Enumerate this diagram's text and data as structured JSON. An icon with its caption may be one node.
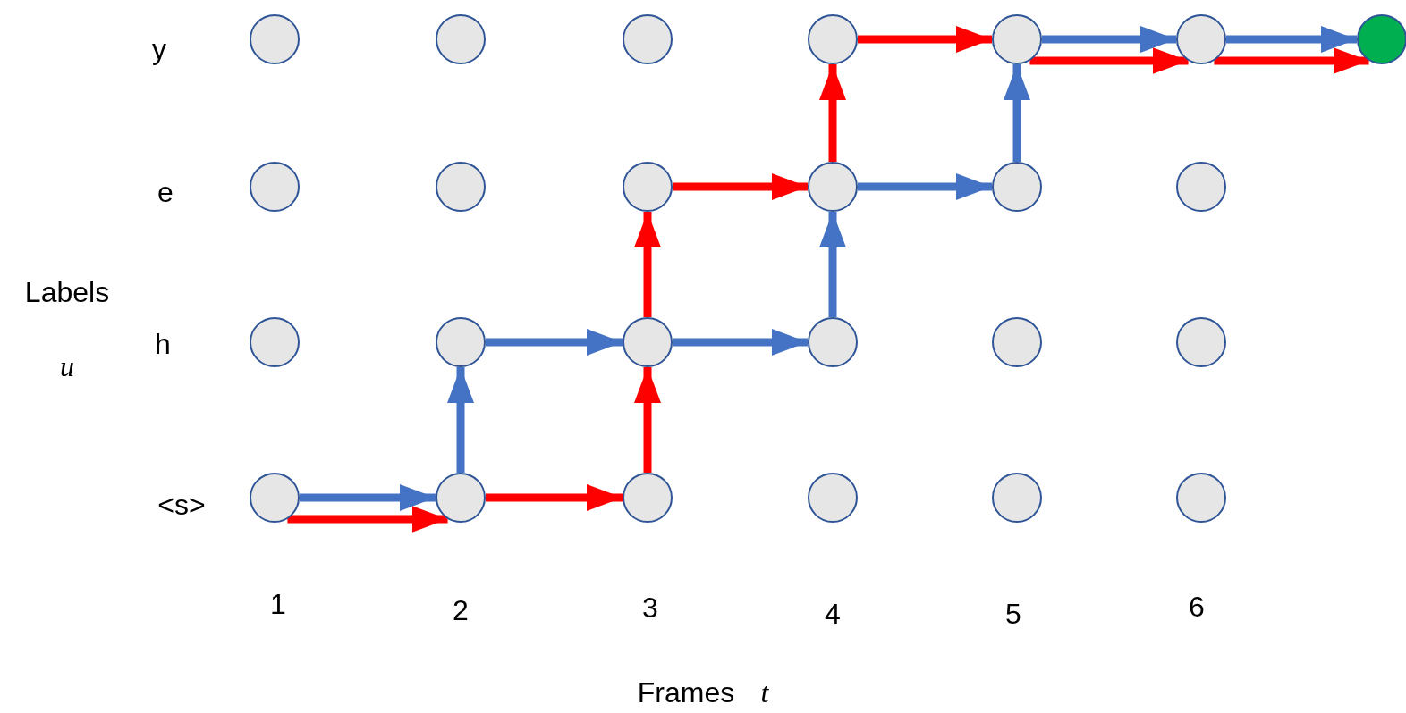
{
  "diagram": {
    "nodes": [
      {
        "text": [],
        "shape": "circle"
      },
      {
        "text": [],
        "shape": "circle"
      },
      {
        "text": [],
        "shape": "circle"
      },
      {
        "text": [],
        "shape": "circle"
      },
      {
        "text": [],
        "shape": "circle"
      },
      {
        "text": [],
        "shape": "circle"
      },
      {
        "text": [],
        "shape": "circle"
      },
      {
        "text": [],
        "shape": "circle"
      },
      {
        "text": [],
        "shape": "circle"
      },
      {
        "text": [],
        "shape": "circle"
      },
      {
        "text": [],
        "shape": "circle"
      },
      {
        "text": [],
        "shape": "circle"
      },
      {
        "text": [],
        "shape": "circle"
      },
      {
        "text": [],
        "shape": "circle"
      },
      {
        "text": [],
        "shape": "circle"
      },
      {
        "text": [],
        "shape": "circle"
      },
      {
        "text": [],
        "shape": "circle"
      },
      {
        "text": [],
        "shape": "circle"
      },
      {
        "text": [],
        "shape": "circle"
      },
      {
        "text": [],
        "shape": "circle"
      },
      {
        "text": [],
        "shape": "circle"
      },
      {
        "text": [],
        "shape": "circle"
      },
      {
        "text": [],
        "shape": "circle"
      },
      {
        "text": [],
        "shape": "circle"
      },
      {
        "text": [],
        "shape": "circle"
      }
    ],
    "edges": [
      {
        "from": 19,
        "to": 20,
        "arrow": "to",
        "color": "#4472c4"
      },
      {
        "from": 19,
        "to": 20,
        "arrow": "to",
        "color": "#ff0000"
      },
      {
        "from": 20,
        "to": 14,
        "arrow": "to",
        "color": "#4472c4"
      },
      {
        "from": 20,
        "to": 21,
        "arrow": "to",
        "color": "#ff0000"
      },
      {
        "from": 14,
        "to": 15,
        "arrow": "to",
        "color": "#4472c4"
      },
      {
        "from": 21,
        "to": 15,
        "arrow": "to",
        "color": "#ff0000"
      },
      {
        "from": 15,
        "to": 16,
        "arrow": "to",
        "color": "#4472c4"
      },
      {
        "from": 15,
        "to": 9,
        "arrow": "to",
        "color": "#ff0000"
      },
      {
        "from": 16,
        "to": 10,
        "arrow": "to",
        "color": "#4472c4"
      },
      {
        "from": 9,
        "to": 10,
        "arrow": "to",
        "color": "#ff0000"
      },
      {
        "from": 10,
        "to": 11,
        "arrow": "to",
        "color": "#4472c4"
      },
      {
        "from": 10,
        "to": 3,
        "arrow": "to",
        "color": "#ff0000"
      },
      {
        "from": 11,
        "to": 4,
        "arrow": "to",
        "color": "#4472c4"
      },
      {
        "from": 3,
        "to": 4,
        "arrow": "to",
        "color": "#ff0000"
      },
      {
        "from": 4,
        "to": 5,
        "arrow": "to",
        "color": "#4472c4"
      },
      {
        "from": 4,
        "to": 5,
        "arrow": "to",
        "color": "#ff0000"
      },
      {
        "from": 5,
        "to": 6,
        "arrow": "to",
        "color": "#4472c4"
      },
      {
        "from": 5,
        "to": 6,
        "arrow": "to",
        "color": "#ff0000"
      }
    ],
    "labels": [
      "y",
      "e",
      "Labels",
      "h",
      "u",
      "<s>",
      "1",
      "2",
      "3",
      "4",
      "5",
      "6",
      "Frames",
      "t"
    ]
  }
}
